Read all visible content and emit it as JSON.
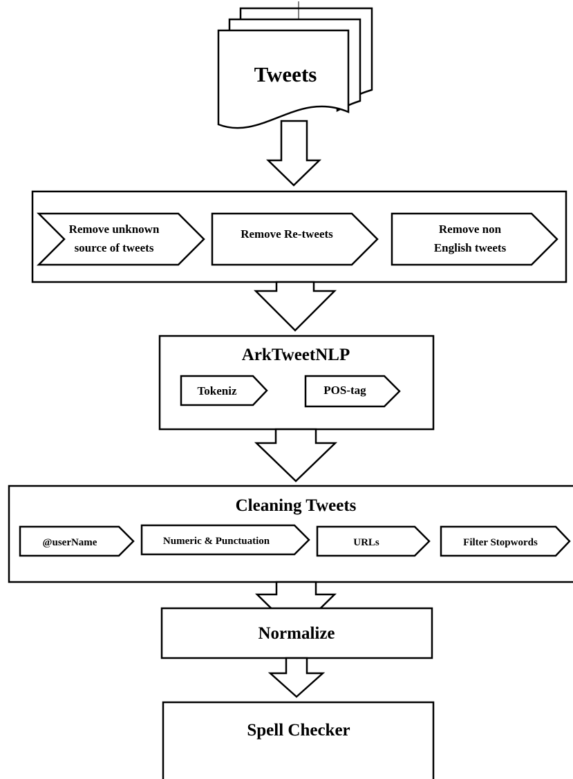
{
  "colors": {
    "stroke": "#000000",
    "fill": "#ffffff",
    "text": "#000000"
  },
  "source": {
    "label": "Tweets",
    "icon": "document-stack-icon"
  },
  "filter_stage": {
    "steps": [
      {
        "line1": "Remove unknown",
        "line2": "source of tweets"
      },
      {
        "line1": "Remove Re-tweets",
        "line2": ""
      },
      {
        "line1": "Remove non",
        "line2": "English tweets"
      }
    ]
  },
  "ark_stage": {
    "title": "ArkTweetNLP",
    "steps": [
      "Tokeniz",
      "POS-tag"
    ]
  },
  "cleaning_stage": {
    "title": "Cleaning Tweets",
    "steps": [
      "@userName",
      "Numeric & Punctuation",
      "URLs",
      "Filter Stopwords"
    ]
  },
  "normalize": {
    "label": "Normalize"
  },
  "spell_checker": {
    "label": "Spell Checker"
  }
}
